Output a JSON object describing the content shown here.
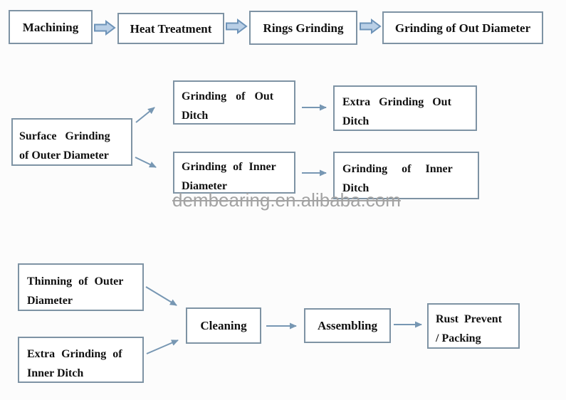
{
  "colors": {
    "background": "#fcfcfc",
    "box_border": "#7e93a4",
    "box_fill": "#ffffff",
    "text": "#111111",
    "arrow": "#7797b3",
    "block_arrow_fill": "#b9cfe6",
    "block_arrow_stroke": "#6d93b8",
    "watermark": "#a3a3a3"
  },
  "watermark": {
    "text": "dembearing.en.alibaba.com"
  },
  "nodes": {
    "machining": {
      "lines": [
        "Machining"
      ]
    },
    "heat_treatment": {
      "lines": [
        "Heat Treatment"
      ]
    },
    "rings_grinding": {
      "lines": [
        "Rings Grinding"
      ]
    },
    "grinding_out_diameter": {
      "lines": [
        "Grinding of Out Diameter"
      ]
    },
    "surface_grinding": {
      "lines": [
        "Surface Grinding",
        "of Outer Diameter"
      ]
    },
    "grinding_out_ditch": {
      "lines": [
        "Grinding of Out",
        "Ditch"
      ]
    },
    "extra_grinding_out_ditch": {
      "lines": [
        "Extra Grinding Out",
        "Ditch"
      ]
    },
    "grinding_inner_diameter": {
      "lines": [
        "Grinding of Inner",
        "Diameter"
      ]
    },
    "grinding_inner_ditch": {
      "lines": [
        "Grinding of Inner",
        "Ditch"
      ]
    },
    "thinning_outer_diameter": {
      "lines": [
        "Thinning of Outer",
        "Diameter"
      ]
    },
    "extra_grinding_inner_ditch": {
      "lines": [
        "Extra Grinding of",
        "Inner Ditch"
      ]
    },
    "cleaning": {
      "lines": [
        "Cleaning"
      ]
    },
    "assembling": {
      "lines": [
        "Assembling"
      ]
    },
    "rust_prevent_packing": {
      "lines": [
        "Rust Prevent",
        "/ Packing"
      ]
    }
  },
  "edges": [
    {
      "from": "machining",
      "to": "heat_treatment",
      "style": "block-arrow"
    },
    {
      "from": "heat_treatment",
      "to": "rings_grinding",
      "style": "block-arrow"
    },
    {
      "from": "rings_grinding",
      "to": "grinding_out_diameter",
      "style": "block-arrow"
    },
    {
      "from": "surface_grinding",
      "to": "grinding_out_ditch",
      "style": "thin-arrow"
    },
    {
      "from": "surface_grinding",
      "to": "grinding_inner_diameter",
      "style": "thin-arrow"
    },
    {
      "from": "grinding_out_ditch",
      "to": "extra_grinding_out_ditch",
      "style": "thin-arrow"
    },
    {
      "from": "grinding_inner_diameter",
      "to": "grinding_inner_ditch",
      "style": "thin-arrow"
    },
    {
      "from": "thinning_outer_diameter",
      "to": "cleaning",
      "style": "thin-arrow"
    },
    {
      "from": "extra_grinding_inner_ditch",
      "to": "cleaning",
      "style": "thin-arrow"
    },
    {
      "from": "cleaning",
      "to": "assembling",
      "style": "thin-arrow"
    },
    {
      "from": "assembling",
      "to": "rust_prevent_packing",
      "style": "thin-arrow"
    }
  ]
}
